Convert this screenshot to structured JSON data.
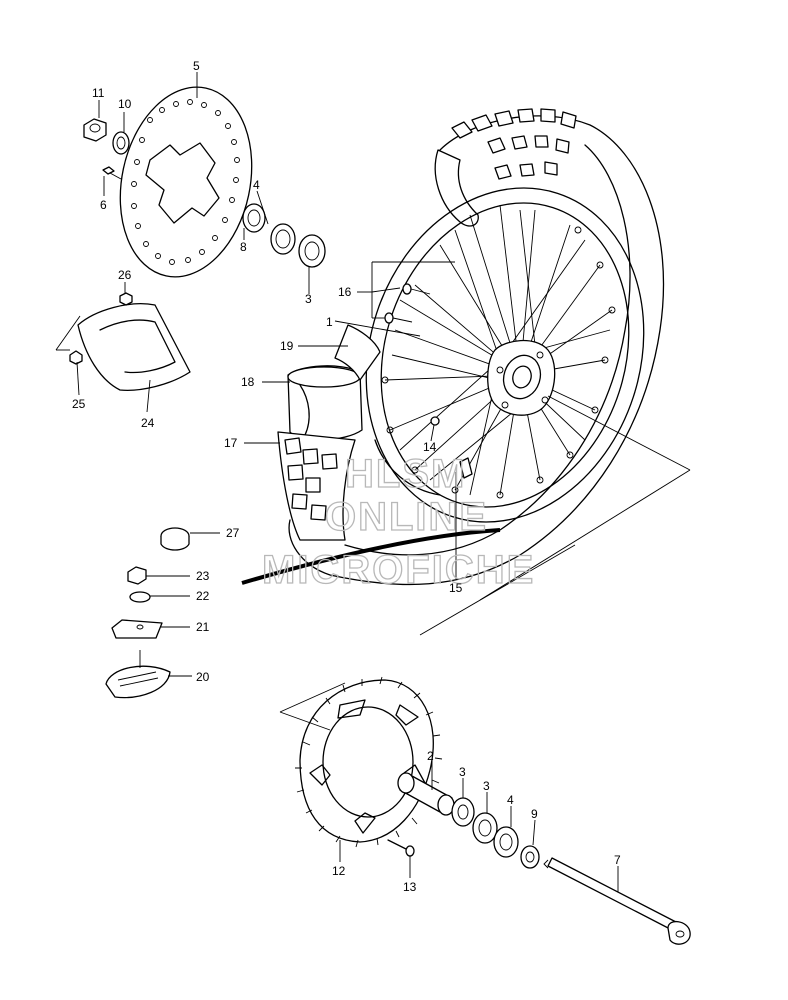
{
  "watermark": [
    "HLSM",
    "ONLINE",
    "MICROFICHE"
  ],
  "callouts": [
    {
      "id": "c1",
      "label": "1"
    },
    {
      "id": "c2",
      "label": "2"
    },
    {
      "id": "c3a",
      "label": "3"
    },
    {
      "id": "c3b",
      "label": "3"
    },
    {
      "id": "c3c",
      "label": "3"
    },
    {
      "id": "c4a",
      "label": "4"
    },
    {
      "id": "c4b",
      "label": "4"
    },
    {
      "id": "c5",
      "label": "5"
    },
    {
      "id": "c6",
      "label": "6"
    },
    {
      "id": "c7",
      "label": "7"
    },
    {
      "id": "c8",
      "label": "8"
    },
    {
      "id": "c9",
      "label": "9"
    },
    {
      "id": "c10",
      "label": "10"
    },
    {
      "id": "c11",
      "label": "11"
    },
    {
      "id": "c12",
      "label": "12"
    },
    {
      "id": "c13",
      "label": "13"
    },
    {
      "id": "c14",
      "label": "14"
    },
    {
      "id": "c15",
      "label": "15"
    },
    {
      "id": "c16",
      "label": "16"
    },
    {
      "id": "c17",
      "label": "17"
    },
    {
      "id": "c18",
      "label": "18"
    },
    {
      "id": "c19",
      "label": "19"
    },
    {
      "id": "c20",
      "label": "20"
    },
    {
      "id": "c21",
      "label": "21"
    },
    {
      "id": "c22",
      "label": "22"
    },
    {
      "id": "c23",
      "label": "23"
    },
    {
      "id": "c24",
      "label": "24"
    },
    {
      "id": "c25",
      "label": "25"
    },
    {
      "id": "c26",
      "label": "26"
    },
    {
      "id": "c27",
      "label": "27"
    }
  ]
}
